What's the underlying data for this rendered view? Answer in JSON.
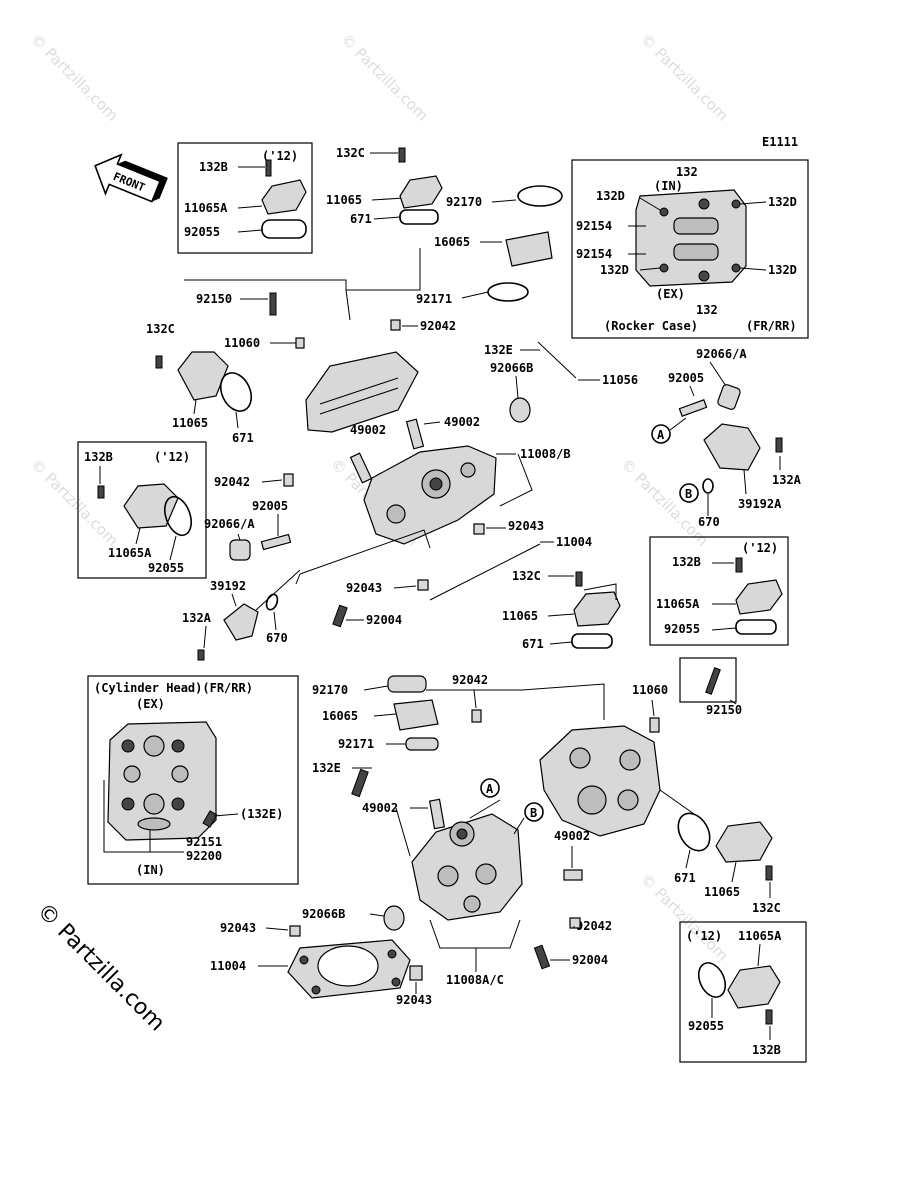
{
  "diagram_code": "E1111",
  "front_label": "FRONT",
  "watermark": "© Partzilla.com",
  "watermark_big": "© Partzilla.com",
  "boxes": {
    "rocker_case": {
      "note": "(Rocker Case)",
      "variant": "(FR/RR)",
      "in": "(IN)",
      "ex": "(EX)"
    },
    "cylinder_head": {
      "title": "(Cylinder Head)(FR/RR)",
      "ex": "(EX)",
      "in": "(IN)"
    },
    "year_note": "('12)"
  },
  "labels": {
    "132B_a": "132B",
    "11065A_a": "11065A",
    "92055_a": "92055",
    "y12_a": "('12)",
    "132C_a": "132C",
    "11065_a": "11065",
    "671_a": "671",
    "92170_a": "92170",
    "16065_a": "16065",
    "92171_a": "92171",
    "132_top": "132",
    "132D_1": "132D",
    "132D_2": "132D",
    "132D_3": "132D",
    "132D_4": "132D",
    "92154_1": "92154",
    "92154_2": "92154",
    "132_bot": "132",
    "92150": "92150",
    "92042_a": "92042",
    "132C_b": "132C",
    "11060_a": "11060",
    "132E_a": "132E",
    "11056": "11056",
    "92066B_a": "92066B",
    "11065_b": "11065",
    "671_b": "671",
    "49002_a": "49002",
    "49002_b": "49002",
    "11008B": "11008/B",
    "92066A_a": "92066/A",
    "92005_a": "92005",
    "A_a": "A",
    "132A_a": "132A",
    "B_a": "B",
    "39192A": "39192A",
    "670_a": "670",
    "132B_b": "132B",
    "y12_b": "('12)",
    "11065A_b": "11065A",
    "92055_b": "92055",
    "92042_b": "92042",
    "92005_b": "92005",
    "92066A_b": "92066/A",
    "92043_a": "92043",
    "11004_a": "11004",
    "92043_b": "92043",
    "92004_a": "92004",
    "132C_c": "132C",
    "11065_c": "11065",
    "671_c": "671",
    "39192": "39192",
    "132A_b": "132A",
    "670_b": "670",
    "132B_c": "132B",
    "y12_c": "('12)",
    "11065A_c": "11065A",
    "92055_c": "92055",
    "92170_b": "92170",
    "16065_b": "16065",
    "92171_b": "92171",
    "92042_c": "92042",
    "11060_b": "11060",
    "92150_b": "92150",
    "132E_b": "132E",
    "A_b": "A",
    "B_b": "B",
    "49002_c": "49002",
    "49002_d": "49002",
    "132E_c": "(132E)",
    "92151": "92151",
    "92200": "92200",
    "671_d": "671",
    "11065_d": "11065",
    "132C_d": "132C",
    "92043_c": "92043",
    "92066B_b": "92066B",
    "11004_b": "11004",
    "92043_d": "92043",
    "11008AC": "11008A/C",
    "92042_d": "92042",
    "92004_b": "92004",
    "y12_d": "('12)",
    "11065A_d": "11065A",
    "92055_d": "92055",
    "132B_d": "132B"
  }
}
